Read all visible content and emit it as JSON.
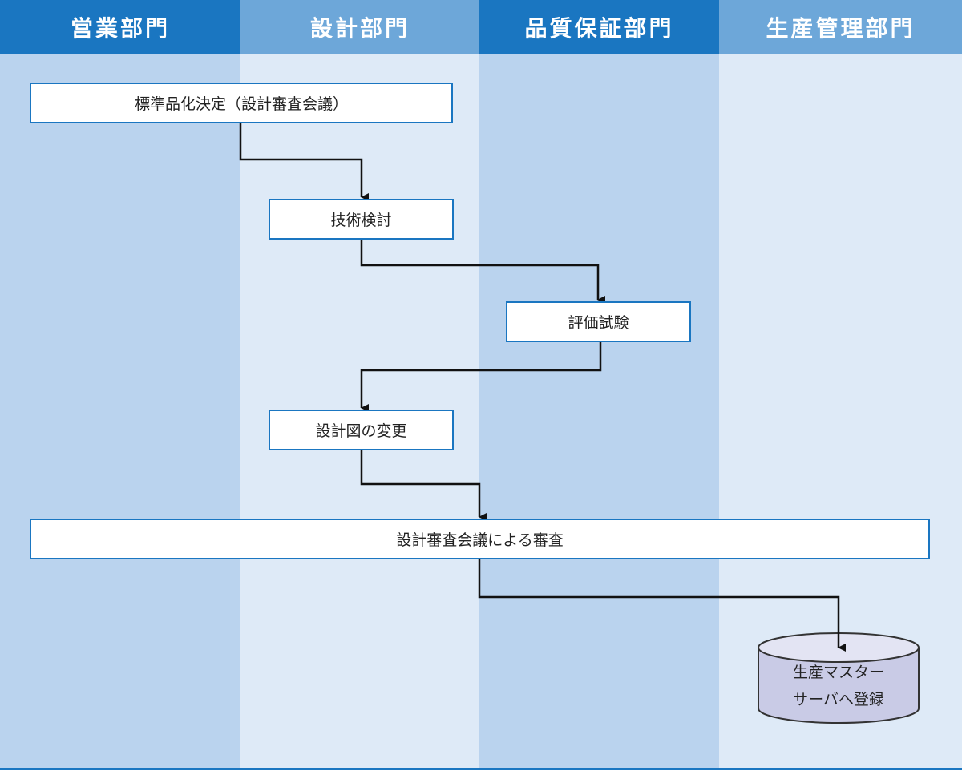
{
  "lanes": [
    {
      "label": "営業部門"
    },
    {
      "label": "設計部門"
    },
    {
      "label": "品質保証部門"
    },
    {
      "label": "生産管理部門"
    }
  ],
  "nodes": {
    "standardization": "標準品化決定（設計審査会議）",
    "tech_review": "技術検討",
    "evaluation": "評価試験",
    "design_change": "設計図の変更",
    "review": "設計審査会議による審査",
    "register_line1": "生産マスター",
    "register_line2": "サーバへ登録"
  },
  "colors": {
    "header_dark": "#1a76c1",
    "header_light": "#6da7d9",
    "lane_dark": "#bad3ee",
    "lane_light": "#deeaf7",
    "box_border": "#1a76c1",
    "cylinder_fill": "#c9cbe6",
    "cylinder_top": "#e3e4f3",
    "cylinder_stroke": "#333333",
    "arrow": "#111111"
  }
}
